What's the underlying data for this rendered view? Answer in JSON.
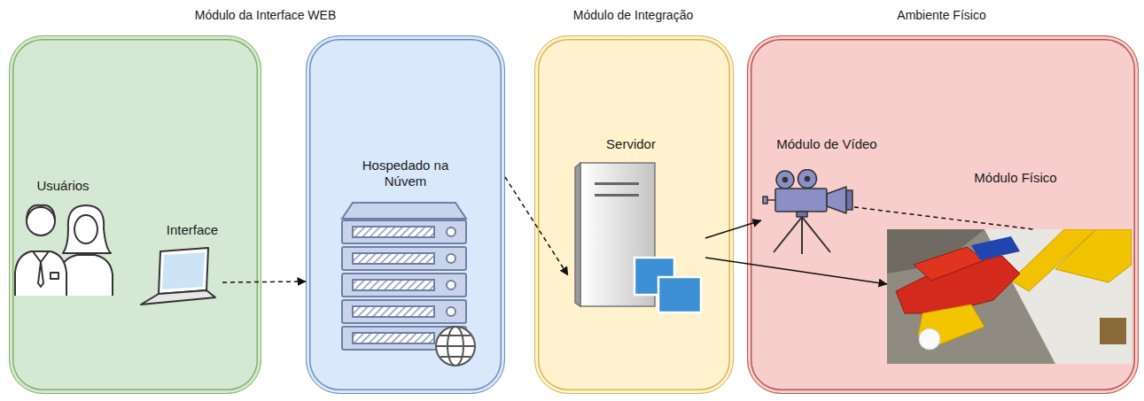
{
  "diagram": {
    "nodes": [
      {
        "text": [
          "Módulo da Interface WEB"
        ]
      },
      {
        "text": [
          "Usuários"
        ],
        "in": 0
      },
      {
        "text": [
          "Interface"
        ],
        "in": 0
      },
      {
        "text": [
          "Hospedado na Núvem"
        ]
      },
      {
        "text": [
          "Módulo de Integração"
        ]
      },
      {
        "text": [
          "Servidor"
        ],
        "in": 4
      },
      {
        "text": [
          "Ambiente Físico"
        ]
      },
      {
        "text": [
          "Módulo de Vídeo"
        ],
        "in": 6
      },
      {
        "text": [
          "Módulo Físico"
        ],
        "in": 6
      }
    ],
    "edges": [
      {
        "from": 2,
        "to": 3,
        "arrow": "to"
      },
      {
        "from": 3,
        "to": 5,
        "arrow": "to"
      },
      {
        "from": 5,
        "to": 7,
        "arrow": "to"
      },
      {
        "from": 5,
        "to": 8,
        "arrow": "to"
      },
      {
        "from": 7,
        "to": 8,
        "arrow": "none"
      }
    ]
  }
}
